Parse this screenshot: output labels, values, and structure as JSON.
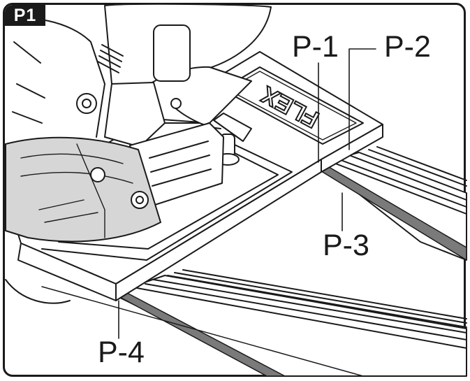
{
  "figure": {
    "tag": "P1",
    "brand_logo": "FLEX",
    "callouts": {
      "p1": "P-1",
      "p2": "P-2",
      "p3": "P-3",
      "p4": "P-4"
    }
  },
  "colors": {
    "ink": "#1a1a1a",
    "guard_tint": "#d6d6d6",
    "strip": "#7a7a7a",
    "background": "#ffffff"
  }
}
